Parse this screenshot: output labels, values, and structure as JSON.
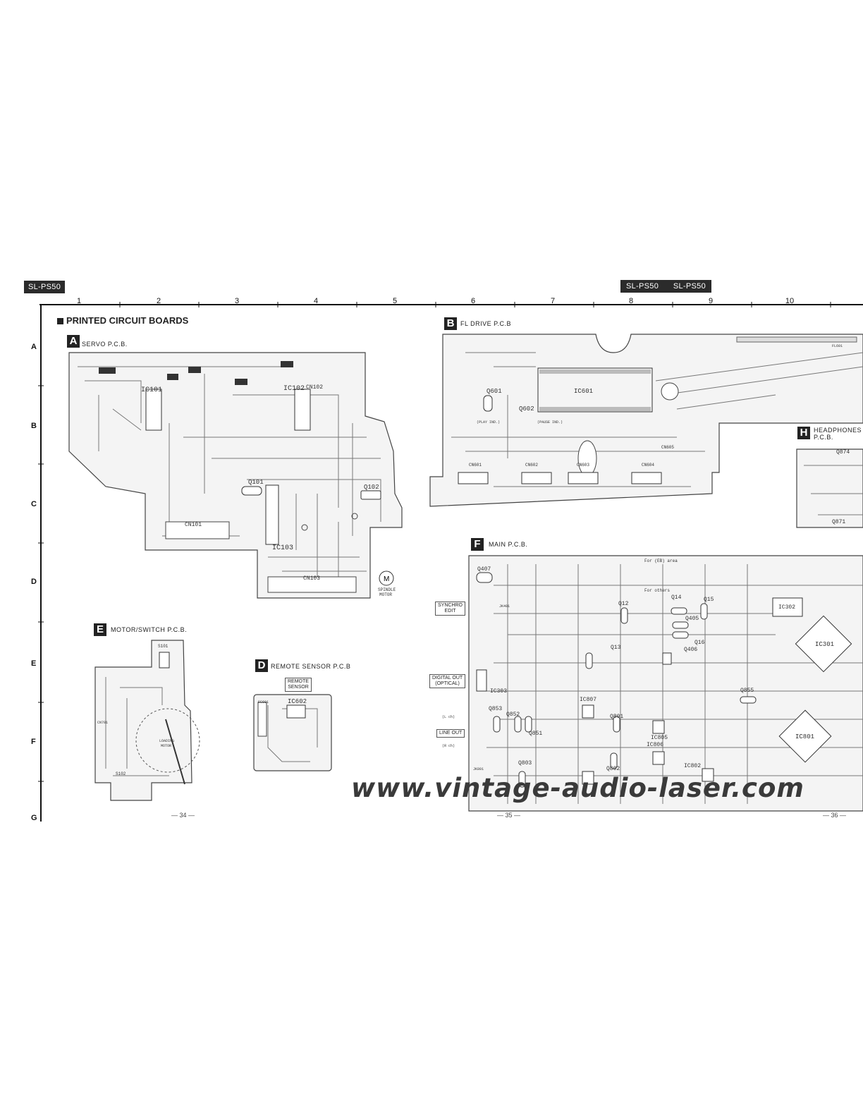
{
  "header": {
    "model_left": "SL-PS50",
    "model_right_1": "SL-PS50",
    "model_right_2": "SL-PS50",
    "columns": [
      "1",
      "2",
      "3",
      "4",
      "5",
      "6",
      "7",
      "8",
      "9",
      "10"
    ],
    "rows": [
      "A",
      "B",
      "C",
      "D",
      "E",
      "F",
      "G"
    ]
  },
  "section_title": "PRINTED CIRCUIT BOARDS",
  "boards": {
    "a": {
      "letter": "A",
      "label": "SERVO P.C.B."
    },
    "b": {
      "letter": "B",
      "label": "FL DRIVE P.C.B"
    },
    "d": {
      "letter": "D",
      "label": "REMOTE SENSOR P.C.B"
    },
    "e": {
      "letter": "E",
      "label": "MOTOR/SWITCH P.C.B."
    },
    "f": {
      "letter": "F",
      "label": "MAIN P.C.B."
    },
    "h": {
      "letter": "H",
      "label": "HEADPHONES",
      "label2": "P.C.B."
    }
  },
  "components": {
    "ic101": "IC101",
    "ic102": "IC102",
    "ic103": "IC103",
    "q101": "Q101",
    "q102": "Q102",
    "cn101": "CN101",
    "cn103": "CN103",
    "cn102": "CN102",
    "spindle": "SPINDLE",
    "motor": "MOTOR",
    "ic601": "IC601",
    "q601": "Q601",
    "q602": "Q602",
    "cn601": "CN601",
    "cn602": "CN602",
    "cn603": "CN603",
    "cn604": "CN604",
    "cn605": "CN605",
    "play_ind": "(PLAY IND.)",
    "pause_ind": "(PAUSE IND.)",
    "fl601": "FL601",
    "q874": "Q874",
    "q871": "Q871",
    "loading": "LOADING",
    "loading_motor": "MOTOR",
    "s101": "S101",
    "s102": "S102",
    "cn701": "CN701",
    "ic602": "IC602",
    "remote": "REMOTE",
    "sensor": "SENSOR",
    "fc601": "FC601",
    "q407": "Q407",
    "ic302": "IC302",
    "ic301": "IC301",
    "ic801": "IC801",
    "ic303": "IC303",
    "ic807": "IC807",
    "ic805": "IC805",
    "ic806": "IC806",
    "ic802": "IC802",
    "q12": "Q12",
    "q13": "Q13",
    "q14": "Q14",
    "q15": "Q15",
    "q16": "Q16",
    "q405": "Q405",
    "q406": "Q406",
    "q853": "Q853",
    "q852": "Q852",
    "q851": "Q851",
    "q855": "Q855",
    "q801": "Q801",
    "q802": "Q802",
    "q803": "Q803",
    "for_eb": "For (EB) area",
    "for_others": "For others",
    "synchro": "SYNCHRO",
    "edit": "EDIT",
    "digital_out": "DIGITAL OUT",
    "optical": "(OPTICAL)",
    "lch": "(L ch)",
    "line_out": "LINE OUT",
    "rch": "(R ch)",
    "jk401": "JK401",
    "jk801": "JK801"
  },
  "page_numbers": [
    "— 34 —",
    "— 35 —",
    "— 36 —"
  ],
  "watermark": "www.vintage-audio-laser.com"
}
